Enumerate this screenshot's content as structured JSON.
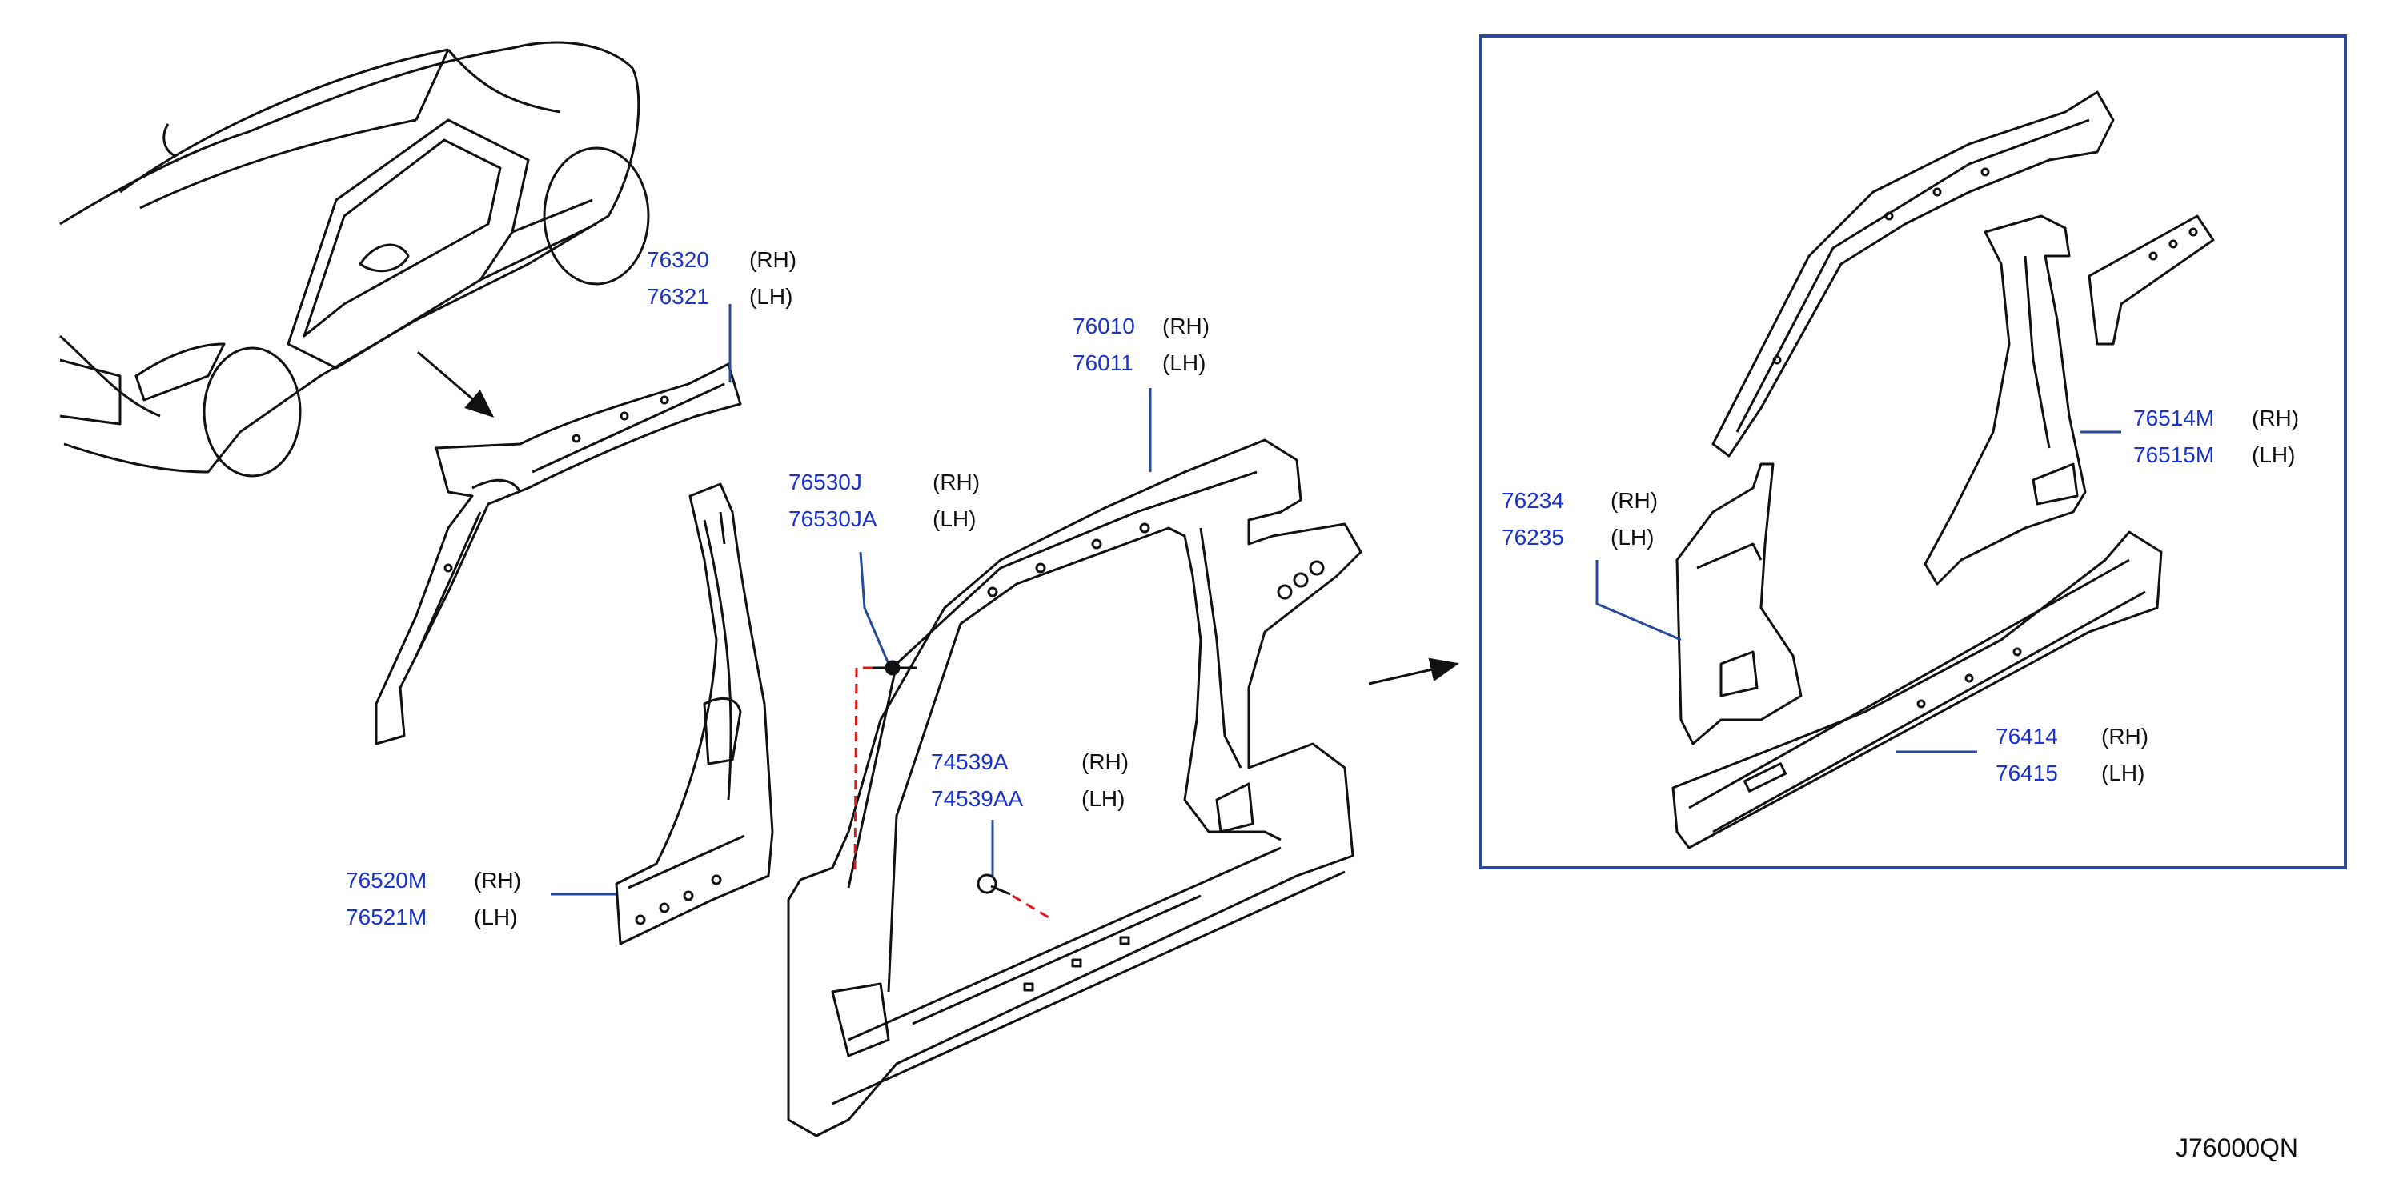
{
  "colors": {
    "part_number": "#1a33cc",
    "line": "#111111",
    "leader": "#274a9a",
    "dashed": "#e01818"
  },
  "callouts": {
    "c76320": {
      "rows": [
        {
          "part": "76320",
          "side": "(RH)"
        },
        {
          "part": "76321",
          "side": "(LH)"
        }
      ]
    },
    "c76010": {
      "rows": [
        {
          "part": "76010",
          "side": "(RH)"
        },
        {
          "part": "76011",
          "side": "(LH)"
        }
      ]
    },
    "c76530": {
      "rows": [
        {
          "part": "76530J",
          "side": "(RH)"
        },
        {
          "part": "76530JA",
          "side": "(LH)"
        }
      ]
    },
    "c74539": {
      "rows": [
        {
          "part": "74539A",
          "side": "(RH)"
        },
        {
          "part": "74539AA",
          "side": "(LH)"
        }
      ]
    },
    "c76520": {
      "rows": [
        {
          "part": "76520M",
          "side": "(RH)"
        },
        {
          "part": "76521M",
          "side": "(LH)"
        }
      ]
    },
    "c76234": {
      "rows": [
        {
          "part": "76234",
          "side": "(RH)"
        },
        {
          "part": "76235",
          "side": "(LH)"
        }
      ]
    },
    "c76514": {
      "rows": [
        {
          "part": "76514M",
          "side": "(RH)"
        },
        {
          "part": "76515M",
          "side": "(LH)"
        }
      ]
    },
    "c76414": {
      "rows": [
        {
          "part": "76414",
          "side": "(RH)"
        },
        {
          "part": "76415",
          "side": "(LH)"
        }
      ]
    }
  },
  "diagram_code": "J76000QN"
}
